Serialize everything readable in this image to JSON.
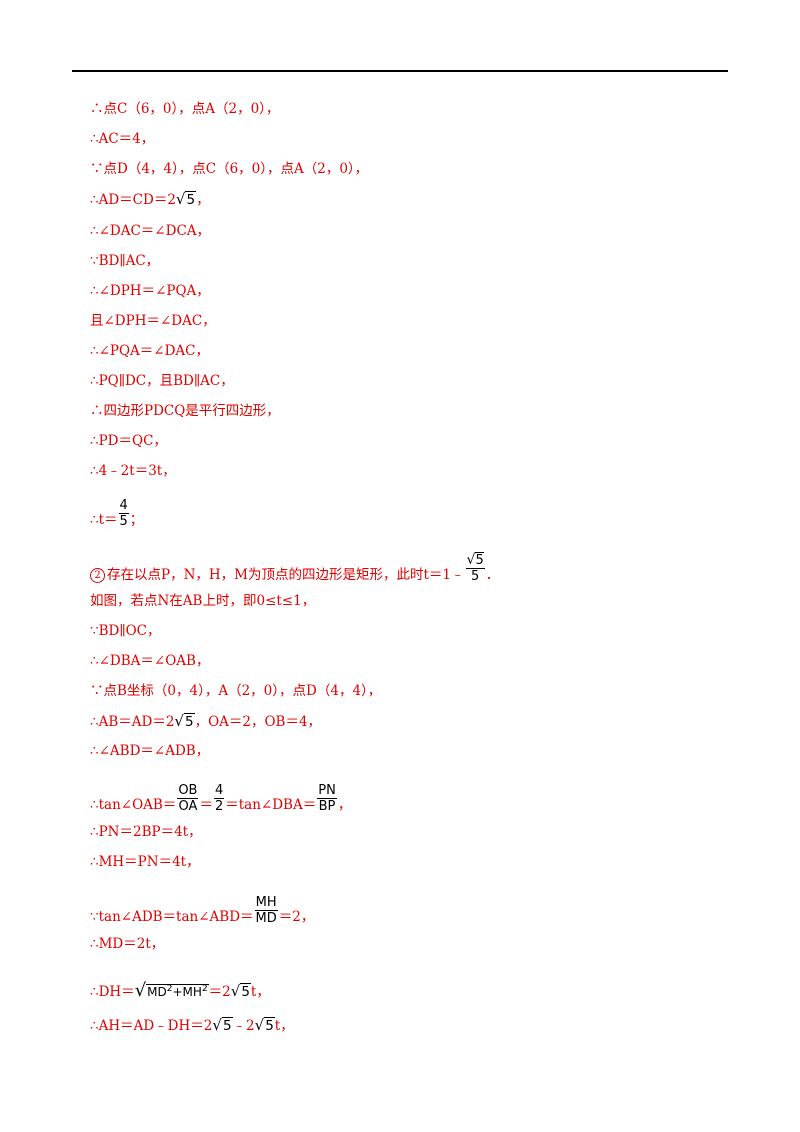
{
  "lines": {
    "l1": "∴点C（6，0），点A（2，0），",
    "l2": "∴AC＝4，",
    "l3": "∵点D（4，4），点C（6，0），点A（2，0），",
    "l4a": "∴AD＝CD＝2",
    "l4b": "，",
    "l5": "∴∠DAC＝∠DCA，",
    "l6": "∵BD∥AC，",
    "l7": "∴∠DPH＝∠PQA，",
    "l8": "且∠DPH＝∠DAC，",
    "l9": "∴∠PQA＝∠DAC，",
    "l10": "∴PQ∥DC，且BD∥AC，",
    "l11": "∴四边形PDCQ是平行四边形，",
    "l12": "∴PD＝QC，",
    "l13": "∴4﹣2t＝3t，",
    "l14a": "∴t＝",
    "l14b": "；",
    "l15a": "②",
    "l15b": "存在以点P，N，H，M为顶点的四边形是矩形，此时t＝1﹣",
    "l15c": "．",
    "l16": "如图，若点N在AB上时，即0≤t≤1，",
    "l17": "∵BD∥OC，",
    "l18": "∴∠DBA＝∠OAB，",
    "l19": "∵点B坐标（0，4），A（2，0），点D（4，4），",
    "l20a": "∴AB＝AD＝2",
    "l20b": "，OA＝2，OB＝4，",
    "l21": "∴∠ABD＝∠ADB，",
    "l22a": "∴tan∠OAB＝",
    "l22b": "＝",
    "l22c": "＝tan∠DBA＝",
    "l22d": "，",
    "l23": "∴PN＝2BP＝4t，",
    "l24": "∴MH＝PN＝4t，",
    "l25a": "∵tan∠ADB＝tan∠ABD＝",
    "l25b": "＝2，",
    "l26": "∴MD＝2t，",
    "l27a": "∴DH＝",
    "l27b": "＝2",
    "l27c": "t，",
    "l28a": "∴AH＝AD﹣DH＝2",
    "l28b": "﹣2",
    "l28c": "t，"
  },
  "math": {
    "sqrt5": "5",
    "frac_4_5": {
      "num": "4",
      "den": "5"
    },
    "frac_sqrt5_5": {
      "num": "5",
      "den": "5"
    },
    "frac_OB_OA": {
      "num": "OB",
      "den": "OA"
    },
    "frac_4_2": {
      "num": "4",
      "den": "2"
    },
    "frac_PN_BP": {
      "num": "PN",
      "den": "BP"
    },
    "frac_MH_MD": {
      "num": "MH",
      "den": "MD"
    },
    "dh_radicand": "MD",
    "dh_plus": "+MH",
    "sup2": "2"
  }
}
